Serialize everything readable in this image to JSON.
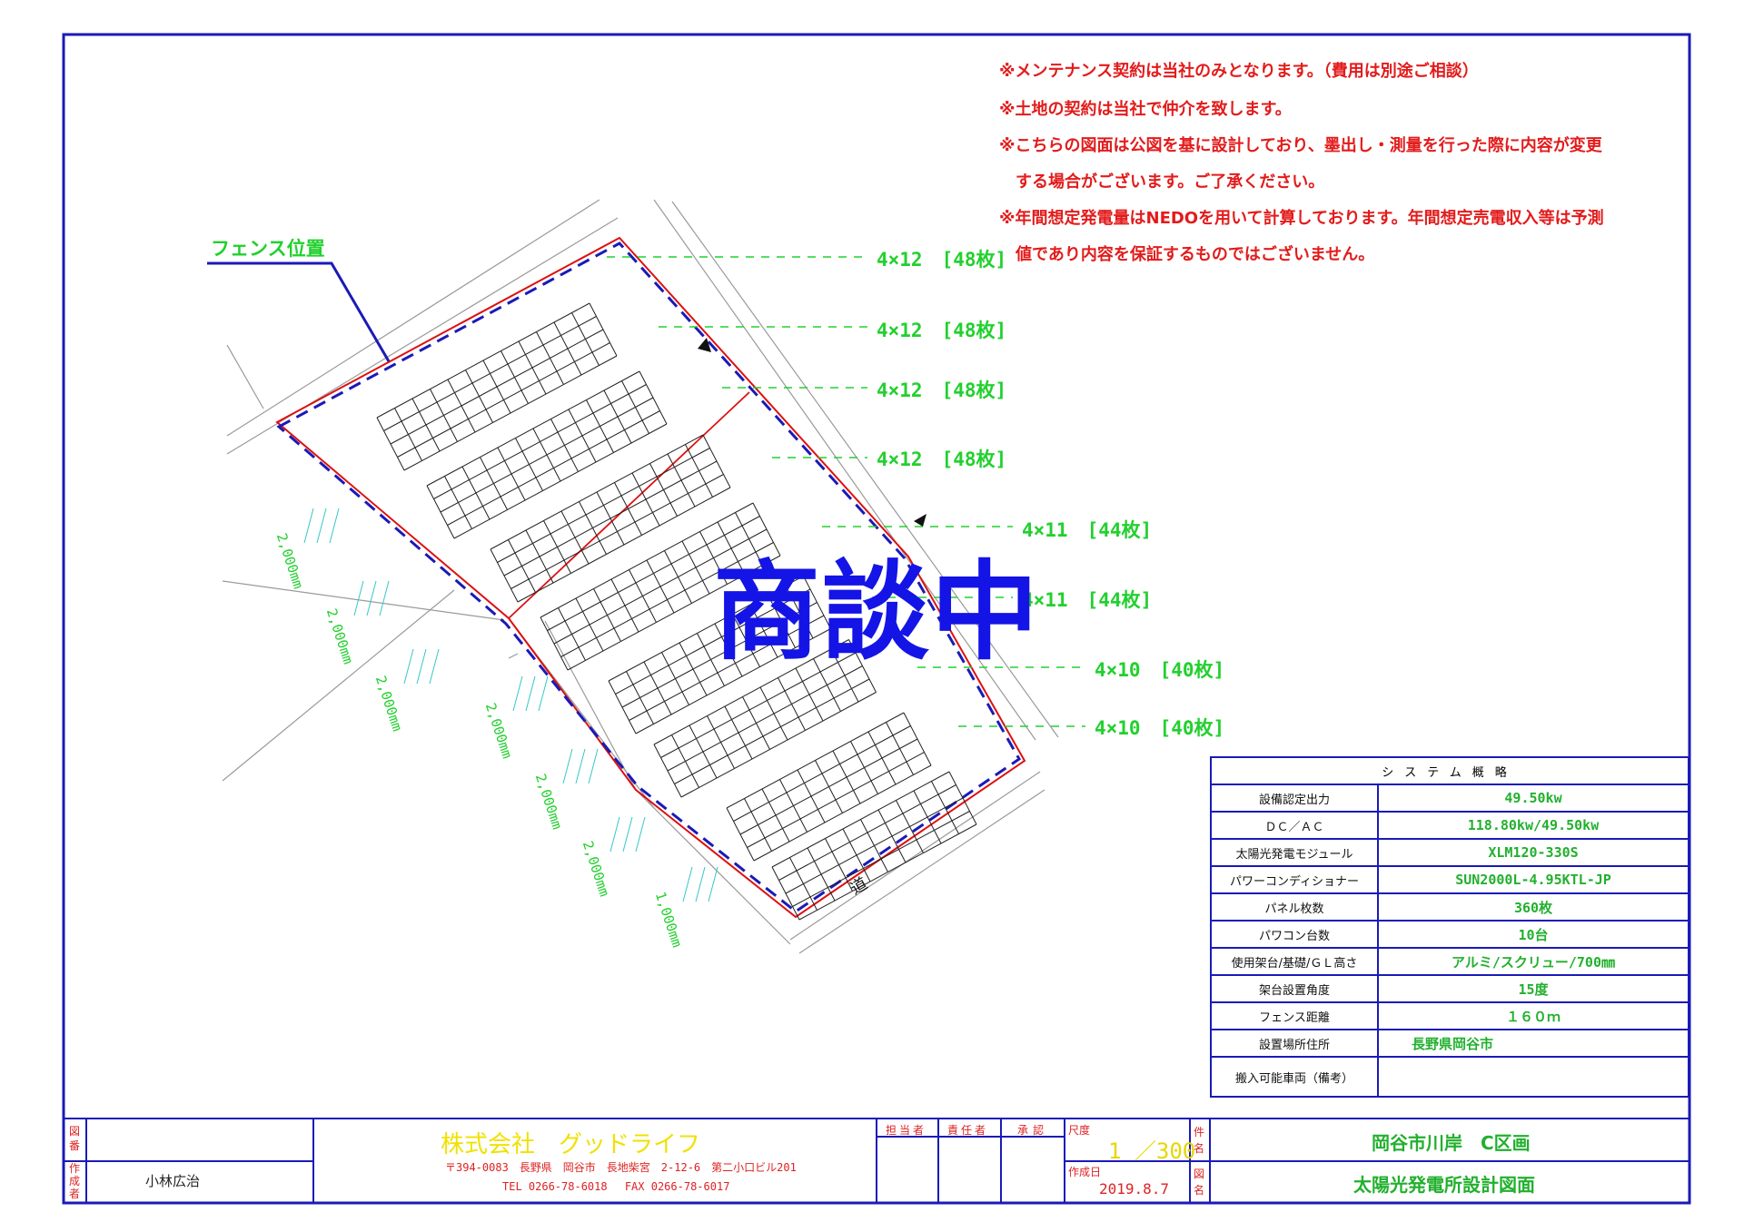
{
  "notes": [
    "※メンテナンス契約は当社のみとなります。（費用は別途ご相談）",
    "※土地の契約は当社で仲介を致します。",
    "※こちらの図面は公図を基に設計しており、墨出し・測量を行った際に内容が変更",
    "　する場合がございます。ご了承ください。",
    "※年間想定発電量はNEDOを用いて計算しております。年間想定売電収入等は予測",
    "　値であり内容を保証するものではございません。"
  ],
  "fence_label": "フェンス位置",
  "stamp": "商談中",
  "rows": [
    {
      "label": "4×12　[48枚]"
    },
    {
      "label": "4×12　[48枚]"
    },
    {
      "label": "4×12　[48枚]"
    },
    {
      "label": "4×12　[48枚]"
    },
    {
      "label": "4×11　[44枚]"
    },
    {
      "label": "4×11　[44枚]"
    },
    {
      "label": "4×10　[40枚]"
    },
    {
      "label": "4×10　[40枚]"
    }
  ],
  "dims": [
    "2,000mm",
    "2,000mm",
    "2,000mm",
    "2,000mm",
    "2,000mm",
    "2,000mm",
    "1,000mm"
  ],
  "road_label": "道",
  "system": {
    "title": "システム概略",
    "rows": [
      {
        "k": "設備認定出力",
        "v": "49.50kw"
      },
      {
        "k": "ＤＣ／ＡＣ",
        "v": "118.80kw/49.50kw"
      },
      {
        "k": "太陽光発電モジュール",
        "v": "XLM120-330S"
      },
      {
        "k": "パワーコンディショナー",
        "v": "SUN2000L-4.95KTL-JP"
      },
      {
        "k": "パネル枚数",
        "v": "360枚"
      },
      {
        "k": "パワコン台数",
        "v": "10台"
      },
      {
        "k": "使用架台/基礎/ＧＬ高さ",
        "v": "アルミ/スクリュー/700㎜"
      },
      {
        "k": "架台設置角度",
        "v": "15度"
      },
      {
        "k": "フェンス距離",
        "v": "１６０ｍ"
      },
      {
        "k": "設置場所住所",
        "v": "長野県岡谷市"
      },
      {
        "k": "搬入可能車両（備考）",
        "v": ""
      }
    ]
  },
  "titleblock": {
    "zuban_label": "図番",
    "sakusei_label": "作成者",
    "author": "小林広治",
    "company": "株式会社　グッドライフ",
    "address": "〒394-0083　長野県　岡谷市　長地柴宮　2-12-6　第二小口ビル201",
    "tel": "TEL 0266-78-6018　 FAX 0266-78-6017",
    "tantou": "担当者",
    "sekinin": "責任者",
    "shounin": "承認",
    "scale_label": "尺度",
    "scale": "1 ／300",
    "date_label": "作成日",
    "date": "2019.8.7",
    "ken_label": "件名",
    "zumei_label": "図名",
    "project": "岡谷市川岸　C区画",
    "drawing_name": "太陽光発電所設計図面"
  },
  "colors": {
    "frame": "#1a1ab8",
    "note": "#e31b1b",
    "green": "#22d02e",
    "stamp": "#1414e6"
  }
}
